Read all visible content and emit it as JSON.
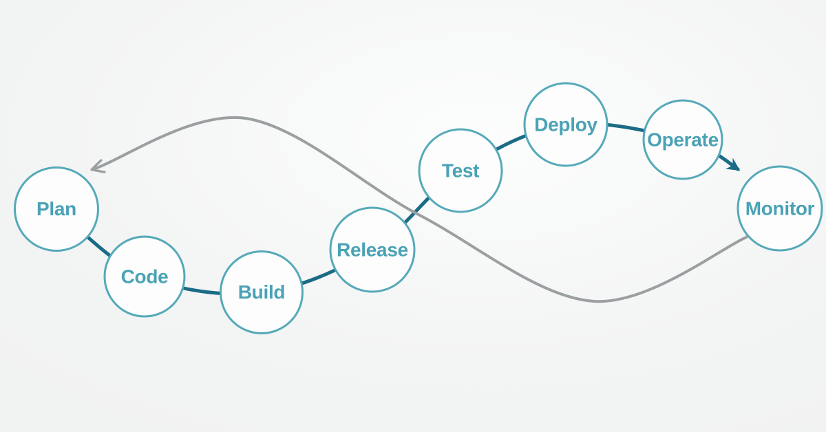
{
  "diagram": {
    "nodes": [
      {
        "label": "Plan"
      },
      {
        "label": "Code"
      },
      {
        "label": "Build"
      },
      {
        "label": "Release"
      },
      {
        "label": "Test"
      },
      {
        "label": "Deploy"
      },
      {
        "label": "Operate"
      },
      {
        "label": "Monitor"
      }
    ]
  },
  "colors": {
    "background": "#f3f4f4",
    "node_fill": "#fdfdfd",
    "node_stroke": "#55a9b8",
    "label_text": "#4aa2b5",
    "chain_line": "#1a6b86",
    "loop_line": "#9aa0a1"
  }
}
